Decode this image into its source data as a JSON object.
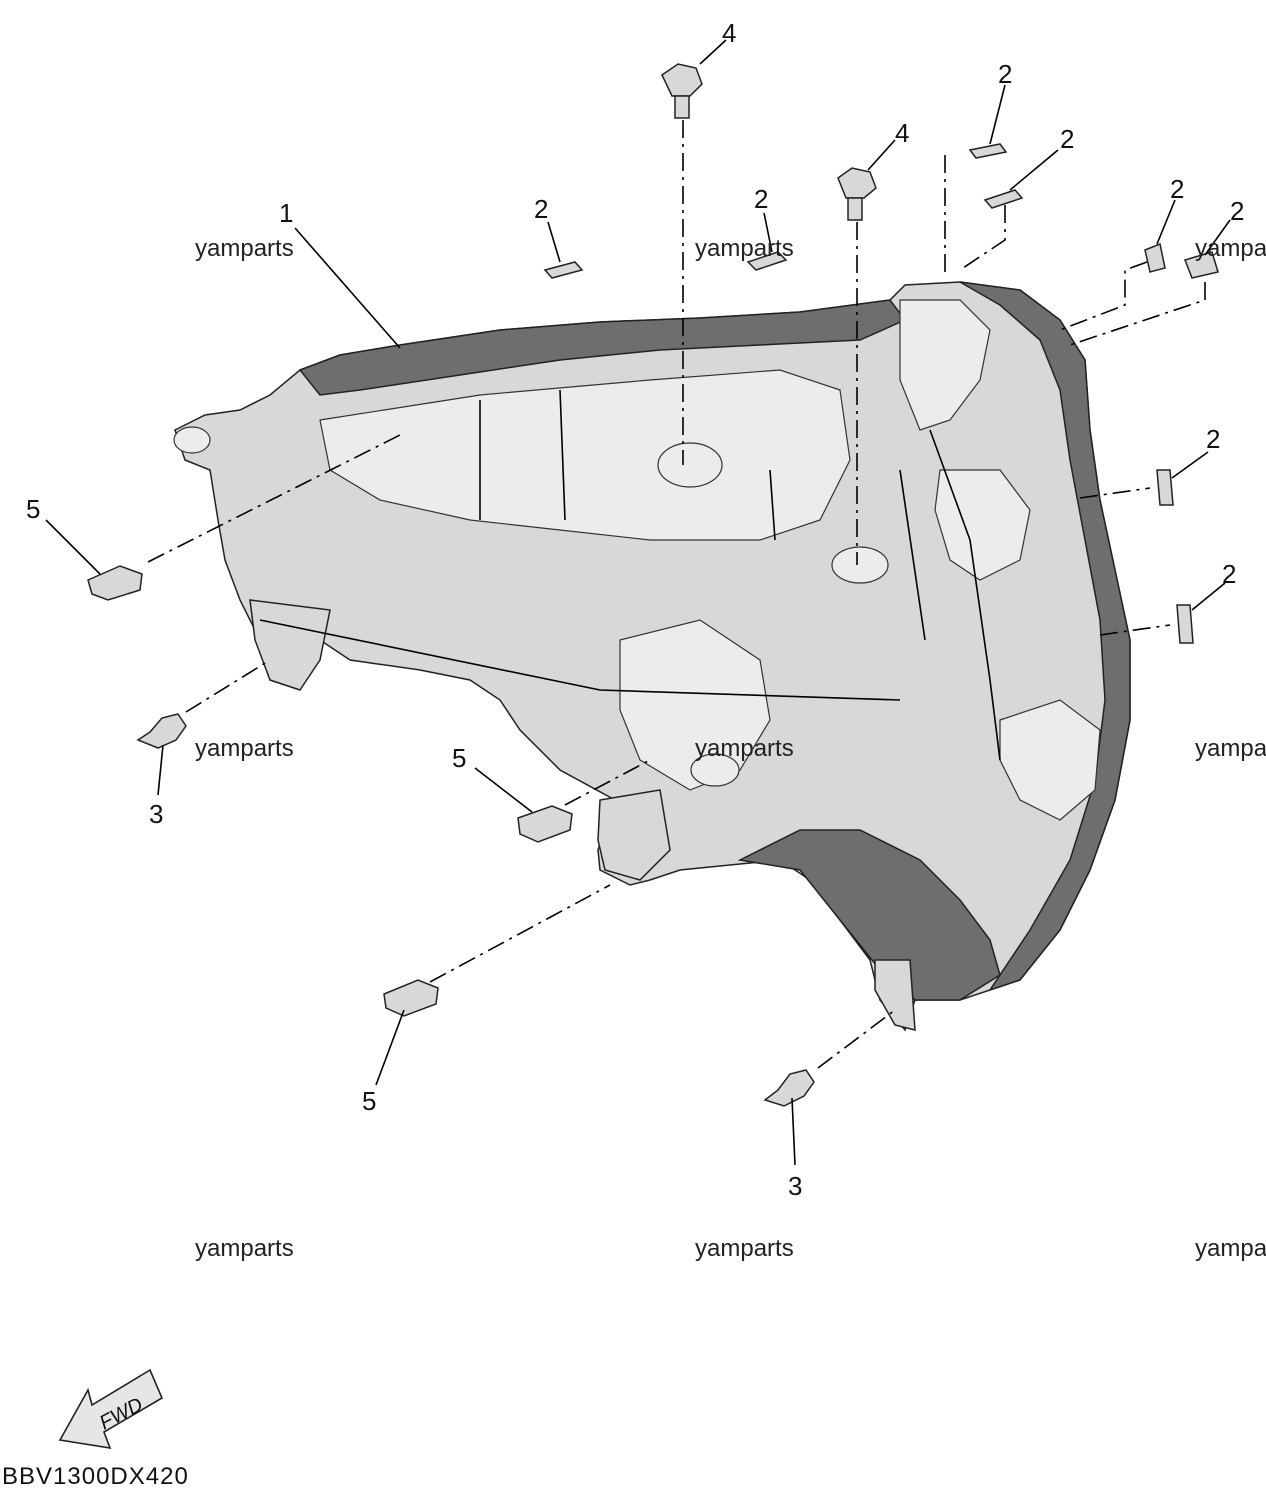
{
  "diagram": {
    "callouts": {
      "c1": "1",
      "c2a": "2",
      "c2b": "2",
      "c2c": "2",
      "c2d": "2",
      "c2e": "2",
      "c2f": "2",
      "c2g": "2",
      "c2h": "2",
      "c3a": "3",
      "c3b": "3",
      "c4a": "4",
      "c4b": "4",
      "c5a": "5",
      "c5b": "5",
      "c5c": "5"
    },
    "watermark": "yamparts",
    "watermark_partial": "yampa",
    "direction_arrow_label": "FWD",
    "diagram_code": "BBV1300DX420"
  }
}
